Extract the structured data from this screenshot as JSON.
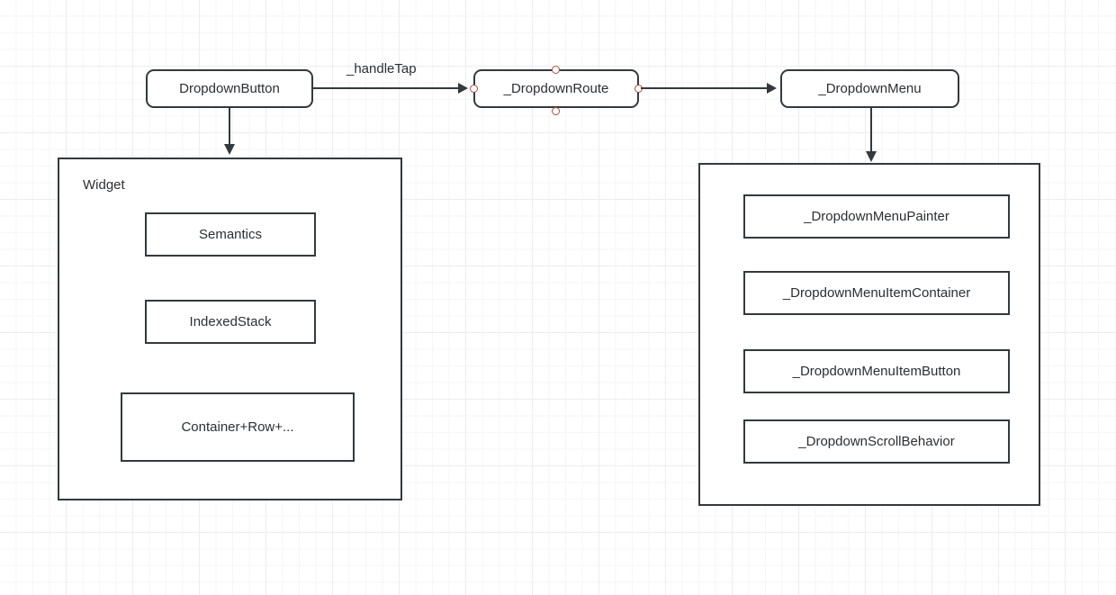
{
  "diagram": {
    "title_nodes": {
      "dropdown_button": "DropdownButton",
      "dropdown_route": "_DropdownRoute",
      "dropdown_menu": "_DropdownMenu"
    },
    "edges": [
      {
        "label": "_handleTap",
        "from": "DropdownButton",
        "to": "_DropdownRoute"
      },
      {
        "label": "",
        "from": "_DropdownRoute",
        "to": "_DropdownMenu"
      },
      {
        "label": "",
        "from": "DropdownButton",
        "to": "Widget"
      },
      {
        "label": "",
        "from": "_DropdownMenu",
        "to": "menu-group"
      }
    ],
    "widget_group": {
      "label": "Widget",
      "children": [
        {
          "label": "Semantics"
        },
        {
          "label": "IndexedStack"
        },
        {
          "label": "Container+Row+..."
        }
      ]
    },
    "menu_group": {
      "label": "",
      "children": [
        {
          "label": "_DropdownMenuPainter"
        },
        {
          "label": "_DropdownMenuItemContainer"
        },
        {
          "label": "_DropdownMenuItemButton"
        },
        {
          "label": "_DropdownScrollBehavior"
        }
      ]
    },
    "colors": {
      "stroke": "#33393d",
      "text": "#2b2f33",
      "port_stroke": "#a85046",
      "grid_minor": "#f6f6f6",
      "grid_major": "#ededed",
      "background": "#ffffff"
    }
  }
}
